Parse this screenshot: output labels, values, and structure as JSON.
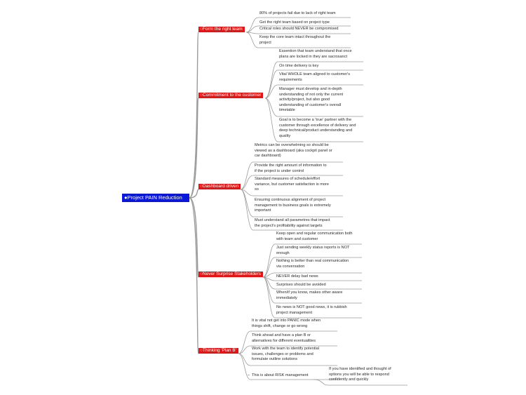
{
  "root": {
    "label": "●Project PAIN Reduction"
  },
  "branches": [
    {
      "label": "○Form the right team",
      "leaves": [
        "80% of projects fail due to lack of right team",
        "Get the right team based on project type",
        "Critical roles should NEVER be compromised",
        "Keep the core team intact throughout the\nproject"
      ]
    },
    {
      "label": "○Commitment to the customer",
      "leaves": [
        "Essention that team understand that once\nplans are locked in they are sacrosanct",
        "On time delivery is key",
        "Vital WHOLE team aligned to customer's\nrequirements",
        "Manager must develop and in-depth\nunderstanding of not only the current\nactivity/project, but also good\nunderstanding of customer's overall\ntimetable",
        "Goal is to become a 'true' partner with the\ncustomer through excellence of delivery and\ndeep technical/product understanding and\nquality"
      ]
    },
    {
      "label": "○Dashboard driven",
      "leaves": [
        "Metrics can be overwhelming so should be\nviewed as a dashboard (aka cockpit panel or\ncar dashboard)",
        "Provide the right amount of information to\nif the project is under control",
        "Standard measures of schedule/effort\nvariance, but customer satisfaction is more\nso",
        "Ensuring continuous alignment of project\nmanagement to business goals is extremely\nimportant",
        "Must understand all parametres that impact\nthe project's profitability against targets"
      ]
    },
    {
      "label": "○Never Surprise Stakeholders",
      "leaves": [
        "Keep open and regular communication both\nwith team and customer",
        "Just sending weekly status reports is NOT\nenough",
        "Nothing is better than real communication\nvia conversation",
        "NEVER delay bad news",
        "Surprises should be avoided",
        "When/if you know, makes other aware\nimmediately",
        "No news is NOT good news, it is rubbish\nproject management"
      ]
    },
    {
      "label": "○Thinking 'Plan B'",
      "leaves": [
        "It is vital not get into PANIC mode when\nthings shift, change or go wrong",
        "Think ahead and have a plan B or\nalternatives for different eventualities",
        "Work with the team to identify potential\nissues, challenges or problems and\nformulate outline solutions",
        "This is about RISK management"
      ],
      "subnode": {
        "parent_leaf": "This is about RISK management",
        "prefix": "–",
        "text": "If you have identified and thought of\noptions you will be able to respond\nconfidently and quickly"
      }
    }
  ],
  "colors": {
    "root": "#0a17d8",
    "branch": "#e31414",
    "line": "#9a9a9a",
    "text": "#2a2a2a"
  }
}
